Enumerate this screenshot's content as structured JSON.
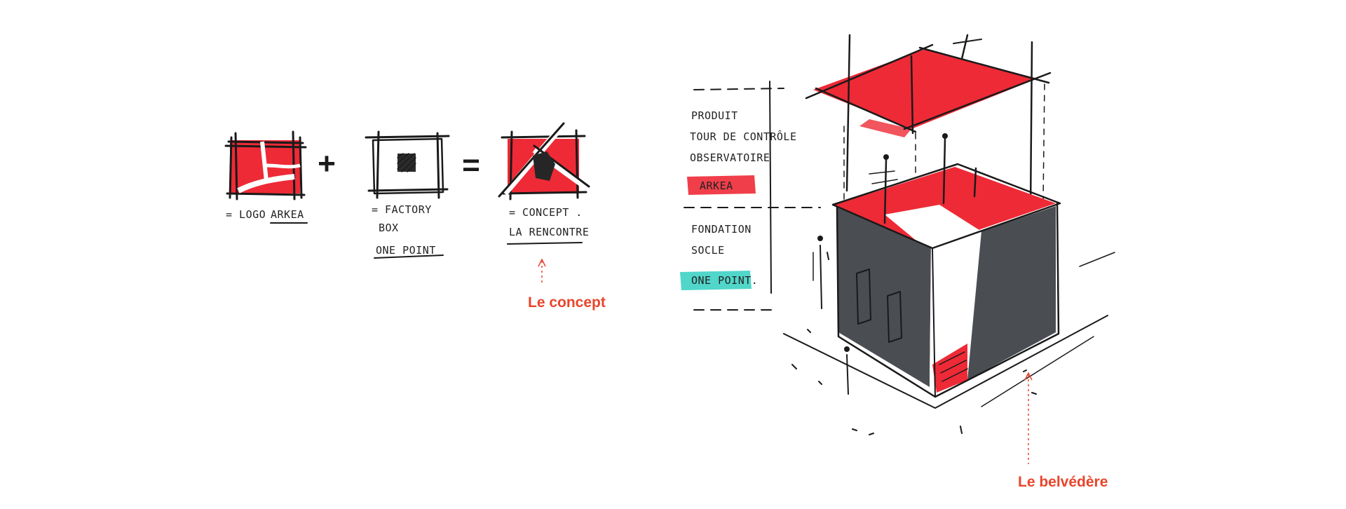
{
  "left": {
    "item1": {
      "prefix": "= LOGO",
      "word": "ARKEA"
    },
    "item2": {
      "line1": "= FACTORY",
      "line2": "BOX",
      "line3": "ONE POINT"
    },
    "item3": {
      "line1": "= CONCEPT .",
      "line2": "LA RENCONTRE"
    },
    "plus": "+",
    "equals": "=",
    "caption": "Le concept"
  },
  "right": {
    "top_labels": [
      "PRODUIT",
      "TOUR DE CONTRÔLE",
      "OBSERVATOIRE"
    ],
    "top_tag": "ARKEA",
    "bottom_labels": [
      "FONDATION",
      "SOCLE"
    ],
    "bottom_tag": "ONE POINT.",
    "caption": "Le belvédère"
  },
  "colors": {
    "red": "#ee2a36",
    "teal": "#3ed1c4",
    "caption": "#e8452c",
    "ink": "#1a1a1a",
    "dark": "#4a4d52"
  }
}
